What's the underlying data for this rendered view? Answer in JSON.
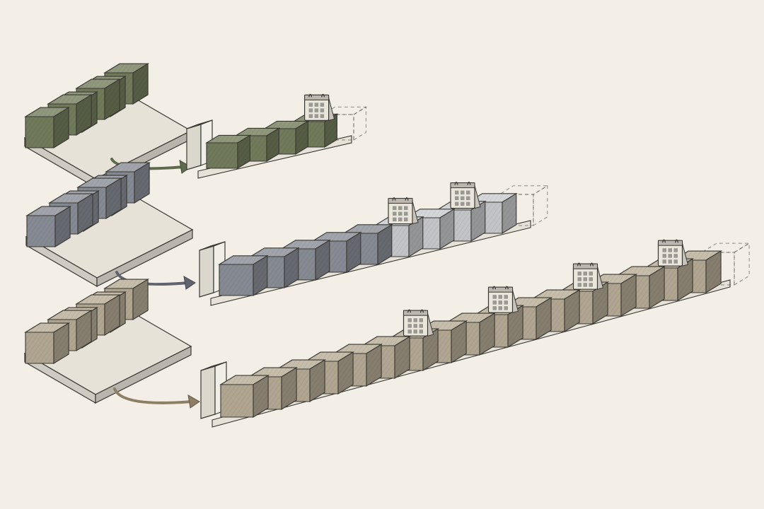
{
  "colors": {
    "background": "#f3efe7",
    "ink": "#3a3833",
    "tray": "#e7e2d8",
    "calendar_paper": "#ebe6dc"
  },
  "rows": [
    {
      "id": "short",
      "cube_color": "#76805f",
      "arrow_color": "#5e6a4c",
      "dark_blocks": 4,
      "light_blocks": 0,
      "placeholder_blocks": 1,
      "calendars_after_block": [
        3
      ]
    },
    {
      "id": "medium",
      "cube_color": "#8c9099",
      "arrow_color": "#5f646e",
      "dark_blocks": 5,
      "light_blocks": 4,
      "placeholder_blocks": 1,
      "calendars_after_block": [
        5,
        7
      ]
    },
    {
      "id": "long",
      "cube_color": "#b9ae98",
      "arrow_color": "#8c7f66",
      "dark_blocks": 0,
      "light_blocks": 17,
      "placeholder_blocks": 1,
      "calendars_after_block": [
        6,
        9,
        12,
        15
      ]
    }
  ],
  "icons": [
    "cube-stack-icon",
    "arrow-icon",
    "calendar-icon"
  ]
}
